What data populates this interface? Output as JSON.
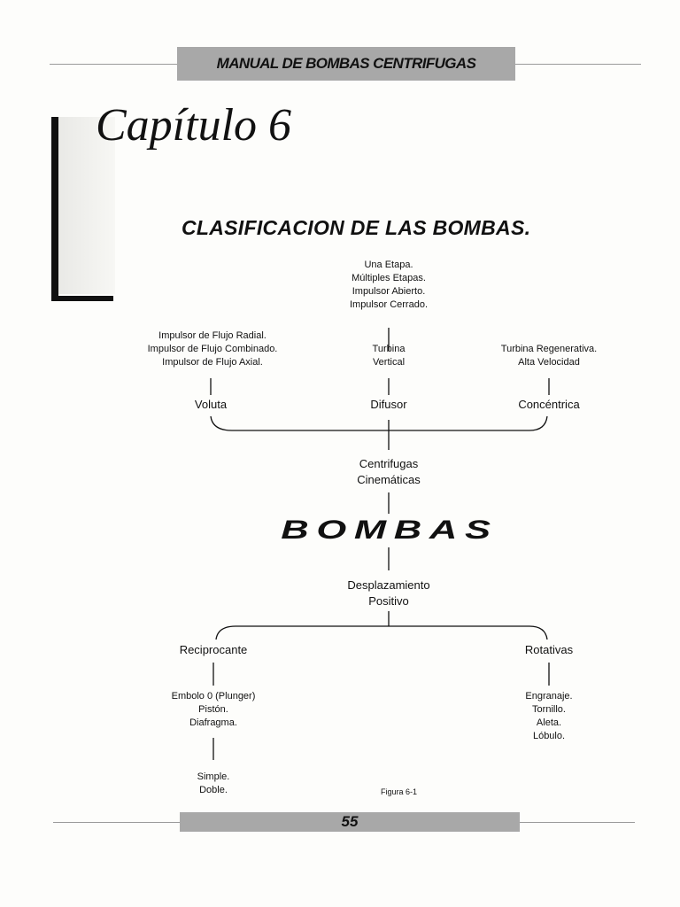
{
  "header": {
    "title": "MANUAL DE BOMBAS CENTRIFUGAS"
  },
  "chapter": {
    "title": "Capítulo 6"
  },
  "section": {
    "title": "CLASIFICACION DE LAS BOMBAS."
  },
  "diagram": {
    "top_center_list": "Una Etapa.\nMúltiples Etapas.\nImpulsor Abierto.\nImpulsor Cerrado.",
    "left_list": "Impulsor de Flujo Radial.\nImpulsor de Flujo Combinado.\nImpulsor de Flujo Axial.",
    "center_mid": "Turbina\nVertical",
    "right_list": "Turbina Regenerativa.\nAlta Velocidad",
    "voluta": "Voluta",
    "difusor": "Difusor",
    "concentrica": "Concéntrica",
    "centrifugas": "Centrifugas\nCinemáticas",
    "bombas": "BOMBAS",
    "desplazamiento": "Desplazamiento\nPositivo",
    "reciprocante": "Reciprocante",
    "rotativas": "Rotativas",
    "reciprocante_list": "Embolo 0 (Plunger)\nPistón.\nDiafragma.",
    "rotativas_list": "Engranaje.\nTornillo.\nAleta.\nLóbulo.",
    "simple_doble": "Simple.\nDoble."
  },
  "figure_caption": "Figura 6-1",
  "footer": {
    "page_number": "55"
  }
}
